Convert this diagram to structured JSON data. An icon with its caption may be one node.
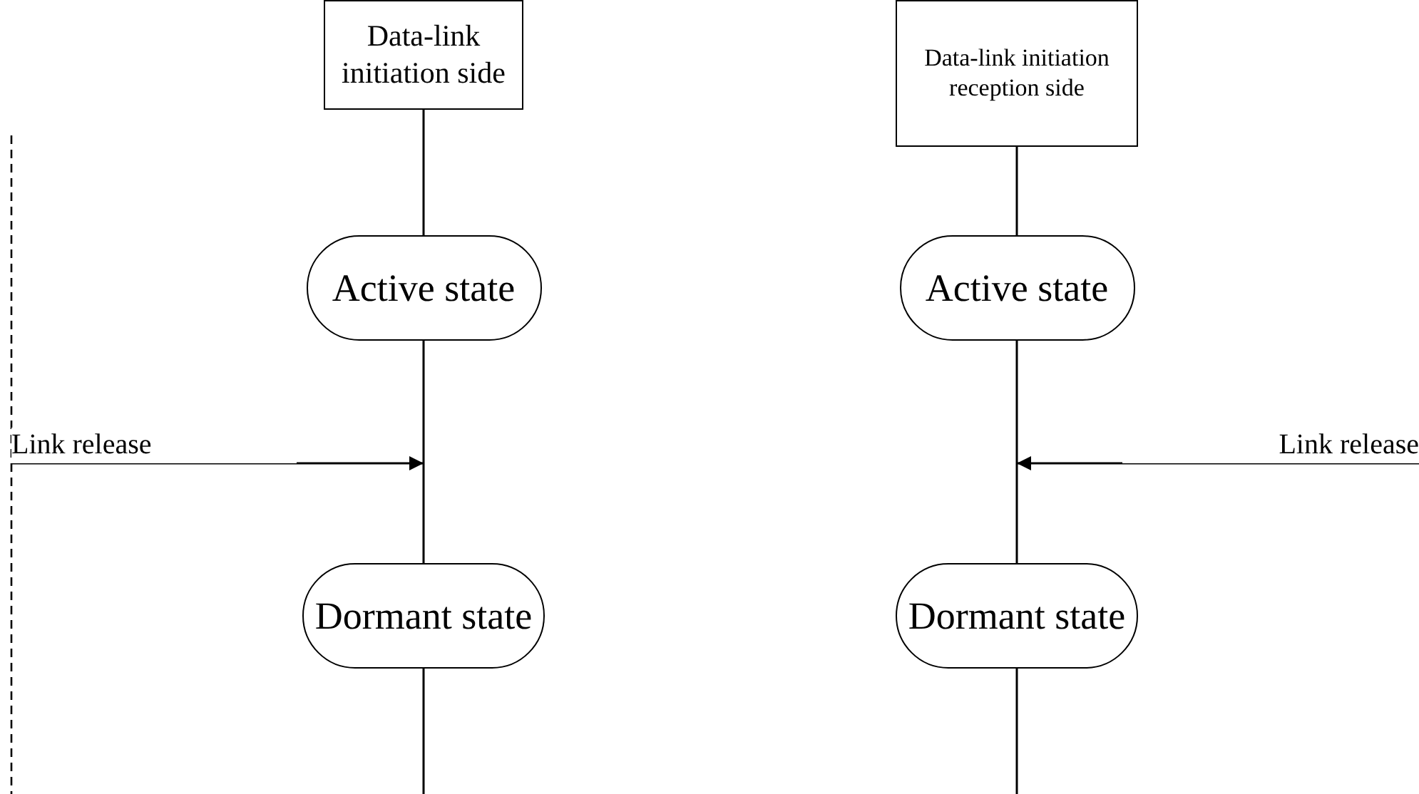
{
  "diagram": {
    "nodes": [
      {
        "text": [
          "Data-link initiation side"
        ]
      },
      {
        "text": [
          "Active state"
        ]
      },
      {
        "text": [
          "Dormant state"
        ]
      },
      {
        "text": [
          "Data-link initiation reception side"
        ]
      },
      {
        "text": [
          "Active state"
        ]
      },
      {
        "text": [
          "Dormant state"
        ]
      },
      {
        "text": [
          "Link release"
        ]
      },
      {
        "text": [
          "Link release"
        ]
      }
    ],
    "edges": [
      {
        "from": 0,
        "to": 1,
        "arrow": "none"
      },
      {
        "from": 1,
        "to": 2,
        "arrow": "none"
      },
      {
        "from": 2,
        "to": null,
        "arrow": "none"
      },
      {
        "from": 3,
        "to": 4,
        "arrow": "none"
      },
      {
        "from": 4,
        "to": 5,
        "arrow": "none"
      },
      {
        "from": 5,
        "to": null,
        "arrow": "none"
      },
      {
        "from": 6,
        "to": null,
        "arrow": "to"
      },
      {
        "from": 7,
        "to": null,
        "arrow": "to"
      }
    ]
  }
}
